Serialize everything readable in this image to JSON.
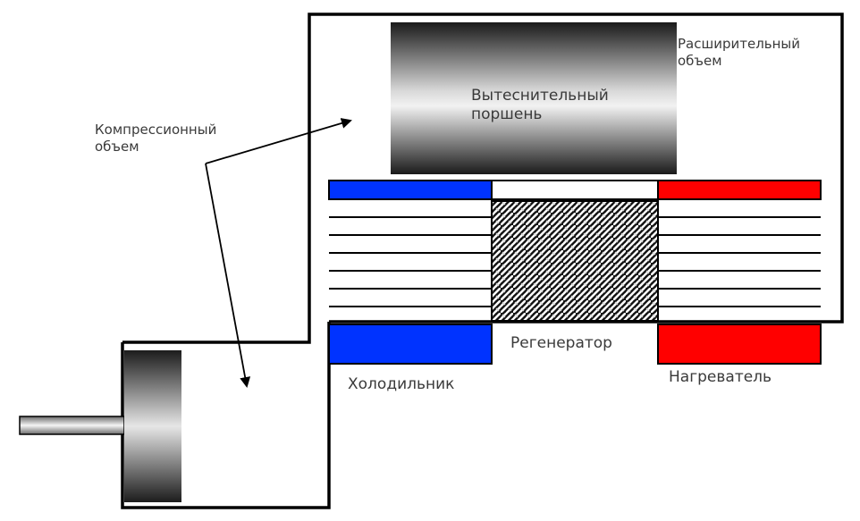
{
  "labels": {
    "expansion_volume": [
      "Расширительный",
      "объем"
    ],
    "compression_volume": [
      "Компрессионный",
      "объем"
    ],
    "displacer_piston": [
      "Вытеснительный",
      "поршень"
    ],
    "regenerator": "Регенератор",
    "cooler": "Холодильник",
    "heater": "Нагреватель"
  },
  "colors": {
    "cooler": "#0033ff",
    "heater": "#ff0000",
    "outline": "#000000",
    "background": "#ffffff"
  }
}
